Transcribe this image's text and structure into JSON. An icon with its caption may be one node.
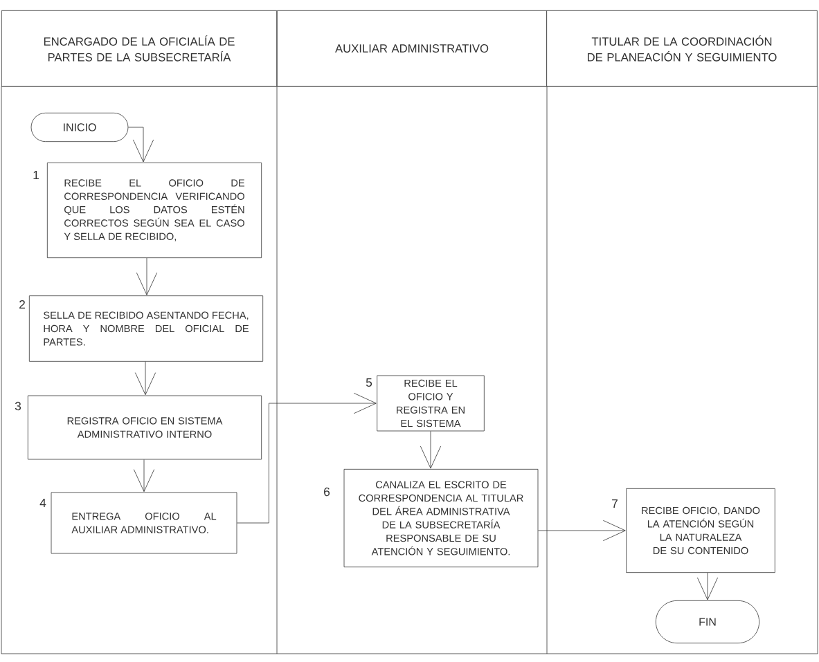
{
  "diagram": {
    "nodes": [
      {
        "text": [
          "ENCARGADO DE LA OFICIALÍA DE PARTES DE LA SUBSECRETARÍA"
        ]
      },
      {
        "text": [
          "AUXILIAR ADMINISTRATIVO"
        ]
      },
      {
        "text": [
          "TITULAR DE LA COORDINACIÓN DE PLANEACIÓN Y SEGUIMIENTO"
        ]
      },
      {
        "text": [
          "INICIO"
        ]
      },
      {
        "text": [
          "RECIBE EL OFICIO DE CORRESPONDENCIA VERIFICANDO QUE LOS DATOS ESTÉN CORRECTOS SEGÚN SEA EL CASO Y SELLA DE RECIBIDO,"
        ],
        "beside": [
          "1"
        ]
      },
      {
        "text": [
          "SELLA DE RECIBIDO ASENTANDO FECHA, HORA Y NOMBRE DEL OFICIAL DE PARTES."
        ],
        "beside": [
          "2"
        ]
      },
      {
        "text": [
          "REGISTRA OFICIO EN SISTEMA ADMINISTRATIVO INTERNO"
        ],
        "beside": [
          "3"
        ]
      },
      {
        "text": [
          "ENTREGA OFICIO AL AUXILIAR ADMINISTRATIVO."
        ],
        "beside": [
          "4"
        ]
      },
      {
        "text": [
          "RECIBE EL OFICIO Y REGISTRA EN EL SISTEMA"
        ],
        "beside": [
          "5"
        ]
      },
      {
        "text": [
          "CANALIZA EL ESCRITO DE CORRESPONDENCIA AL TITULAR DEL ÁREA ADMINISTRATIVA DE LA SUBSECRETARÍA RESPONSABLE DE SU ATENCIÓN Y SEGUIMIENTO."
        ],
        "beside": [
          "6"
        ]
      },
      {
        "text": [
          "RECIBE OFICIO, DANDO LA ATENCIÓN SEGÚN LA NATURALEZA DE SU CONTENIDO"
        ],
        "beside": [
          "7"
        ]
      },
      {
        "text": [
          "FIN"
        ]
      }
    ],
    "edges": [
      {
        "from": 3,
        "to": 4,
        "arrow": "to"
      },
      {
        "from": 4,
        "to": 5,
        "arrow": "to"
      },
      {
        "from": 5,
        "to": 6,
        "arrow": "to"
      },
      {
        "from": 6,
        "to": 7,
        "arrow": "to"
      },
      {
        "from": 7,
        "to": 8,
        "arrow": "to"
      },
      {
        "from": 8,
        "to": 9,
        "arrow": "to"
      },
      {
        "from": 9,
        "to": 10,
        "arrow": "to"
      },
      {
        "from": 10,
        "to": 11,
        "arrow": "to"
      }
    ]
  }
}
